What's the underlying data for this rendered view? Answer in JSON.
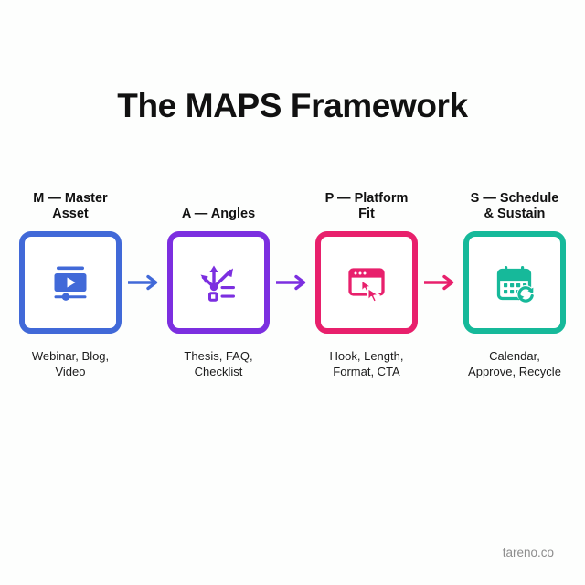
{
  "header": {
    "title": "The MAPS Framework"
  },
  "footer": {
    "watermark": "tareno.co"
  },
  "colors": {
    "background": "#fdfefd",
    "title_text": "#111111",
    "caption_text": "#1b1b1b",
    "footer_text": "#8d8d8d",
    "step_1": "#4169d8",
    "step_2": "#7c2fe0",
    "step_3": "#e8206c",
    "step_4": "#16b99a"
  },
  "flow": {
    "steps": [
      {
        "label": "M — Master\nAsset",
        "caption": "Webinar, Blog,\nVideo",
        "color": "#4169d8",
        "icon": "video-player-icon"
      },
      {
        "label": "A — Angles",
        "caption": "Thesis, FAQ,\nChecklist",
        "color": "#7c2fe0",
        "icon": "branching-arrows-icon"
      },
      {
        "label": "P — Platform\nFit",
        "caption": "Hook, Length,\nFormat, CTA",
        "color": "#e8206c",
        "icon": "browser-cursor-icon"
      },
      {
        "label": "S — Schedule\n& Sustain",
        "caption": "Calendar,\nApprove, Recycle",
        "color": "#16b99a",
        "icon": "calendar-refresh-icon"
      }
    ],
    "connectors": [
      {
        "color": "#4169d8",
        "icon": "arrow-right-icon"
      },
      {
        "color": "#7c2fe0",
        "icon": "arrow-right-icon"
      },
      {
        "color": "#e8206c",
        "icon": "arrow-right-icon"
      }
    ]
  }
}
